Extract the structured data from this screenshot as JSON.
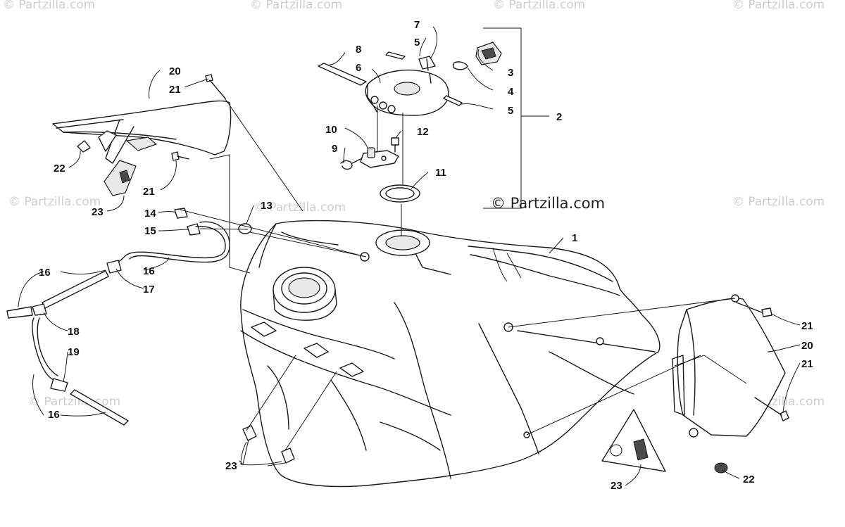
{
  "watermark": "© Partzilla.com",
  "brand_label": "© Partzilla.com",
  "callouts": {
    "c1": "1",
    "c2": "2",
    "c3": "3",
    "c4": "4",
    "c5a": "5",
    "c5b": "5",
    "c6": "6",
    "c7": "7",
    "c8": "8",
    "c9": "9",
    "c10": "10",
    "c11": "11",
    "c12": "12",
    "c13": "13",
    "c14": "14",
    "c15": "15",
    "c16a": "16",
    "c16b": "16",
    "c16c": "16",
    "c17": "17",
    "c18": "18",
    "c19": "19",
    "c20a": "20",
    "c20b": "20",
    "c21a": "21",
    "c21b": "21",
    "c21c": "21",
    "c21d": "21",
    "c22a": "22",
    "c22b": "22",
    "c23a": "23",
    "c23b": "23",
    "c23c": "23"
  }
}
